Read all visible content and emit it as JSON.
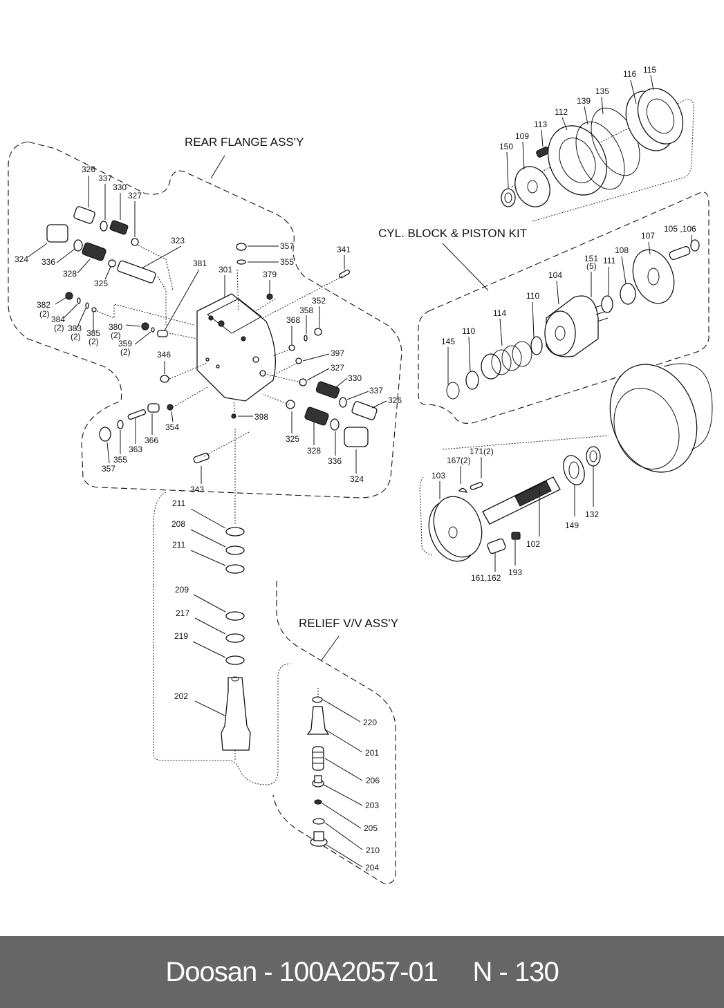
{
  "diagram": {
    "groups": [
      {
        "id": "rear-flange",
        "title": "REAR FLANGE ASS'Y"
      },
      {
        "id": "cyl-block",
        "title": "CYL. BLOCK & PISTON KIT"
      },
      {
        "id": "relief-valve",
        "title": "RELIEF V/V ASS'Y"
      }
    ],
    "labels": {
      "l326a": "326",
      "l337a": "337",
      "l330a": "330",
      "l327a": "327",
      "l323": "323",
      "l324a": "324",
      "l336a": "336",
      "l328a": "328",
      "l325a": "325",
      "l381": "381",
      "l382": "382",
      "l382q": "(2)",
      "l384": "384",
      "l384q": "(2)",
      "l383": "383",
      "l383q": "(2)",
      "l385": "385",
      "l385q": "(2)",
      "l380": "380",
      "l380q": "(2)",
      "l359": "359",
      "l359q": "(2)",
      "l346": "346",
      "l301": "301",
      "l357a": "357",
      "l355a": "355",
      "l379": "379",
      "l341": "341",
      "l352": "352",
      "l358": "358",
      "l368": "368",
      "l397": "397",
      "l327b": "327",
      "l330b": "330",
      "l337b": "337",
      "l326b": "326",
      "l398": "398",
      "l325b": "325",
      "l328b": "328",
      "l336b": "336",
      "l324b": "324",
      "l354": "354",
      "l366": "366",
      "l363": "363",
      "l355b": "355",
      "l357b": "357",
      "l343": "343",
      "l116": "116",
      "l115": "115",
      "l135": "135",
      "l139": "139",
      "l112": "112",
      "l113": "113",
      "l109": "109",
      "l150": "150",
      "l105": "105 ,106",
      "l107": "107",
      "l108": "108",
      "l151": "151",
      "l151q": "(5)",
      "l111": "111",
      "l104": "104",
      "l110a": "110",
      "l114": "114",
      "l110b": "110",
      "l145": "145",
      "l171": "171(2)",
      "l167": "167(2)",
      "l103": "103",
      "l149": "149",
      "l132": "132",
      "l102": "102",
      "l193": "193",
      "l161": "161,162",
      "l211a": "211",
      "l208": "208",
      "l211b": "211",
      "l209": "209",
      "l217": "217",
      "l219": "219",
      "l202": "202",
      "l220": "220",
      "l201": "201",
      "l206": "206",
      "l203": "203",
      "l205": "205",
      "l210": "210",
      "l204": "204"
    }
  },
  "footer": {
    "brand": "Doosan",
    "part_number": "100A2057-01",
    "code": "N - 130",
    "text": "Doosan - 100A2057-01     N - 130"
  },
  "colors": {
    "footer_bg": "#666666",
    "footer_text": "#ffffff",
    "ink": "#111111"
  }
}
